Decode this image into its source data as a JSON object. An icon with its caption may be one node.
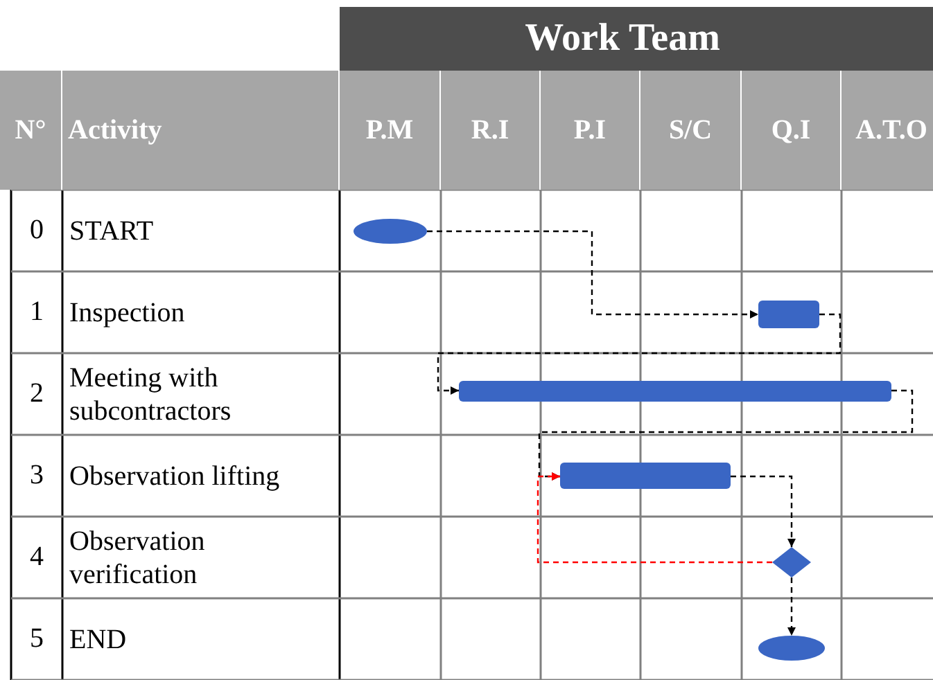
{
  "diagram": {
    "nodes": [
      {
        "text": [],
        "shape": "circle"
      },
      {
        "text": [],
        "shape": "box"
      },
      {
        "text": [],
        "shape": "bar"
      },
      {
        "text": [],
        "shape": "bar"
      },
      {
        "text": [],
        "shape": "diamond"
      },
      {
        "text": [],
        "shape": "circle"
      }
    ],
    "edges": [
      {
        "from": 0,
        "to": 1,
        "arrow": "to",
        "style": "dashed"
      },
      {
        "from": 1,
        "to": 2,
        "arrow": "to",
        "style": "dashed"
      },
      {
        "from": 2,
        "to": 3,
        "arrow": "to",
        "style": "dashed"
      },
      {
        "from": 3,
        "to": 4,
        "arrow": "to",
        "style": "dashed"
      },
      {
        "from": 4,
        "to": 3,
        "arrow": "to",
        "style": "dashed",
        "color": "#ff0000"
      },
      {
        "from": 4,
        "to": 5,
        "arrow": "to",
        "style": "dashed"
      }
    ],
    "labels": [
      "Work Team",
      "N°",
      "Activity",
      "P.M",
      "R.I",
      "P.I",
      "S/C",
      "Q.I",
      "A.T.O",
      "0",
      "START",
      "1",
      "Inspection",
      "2",
      "Meeting with subcontractors",
      "3",
      "Observation lifting",
      "4",
      "Observation verification",
      "5",
      "END"
    ]
  }
}
